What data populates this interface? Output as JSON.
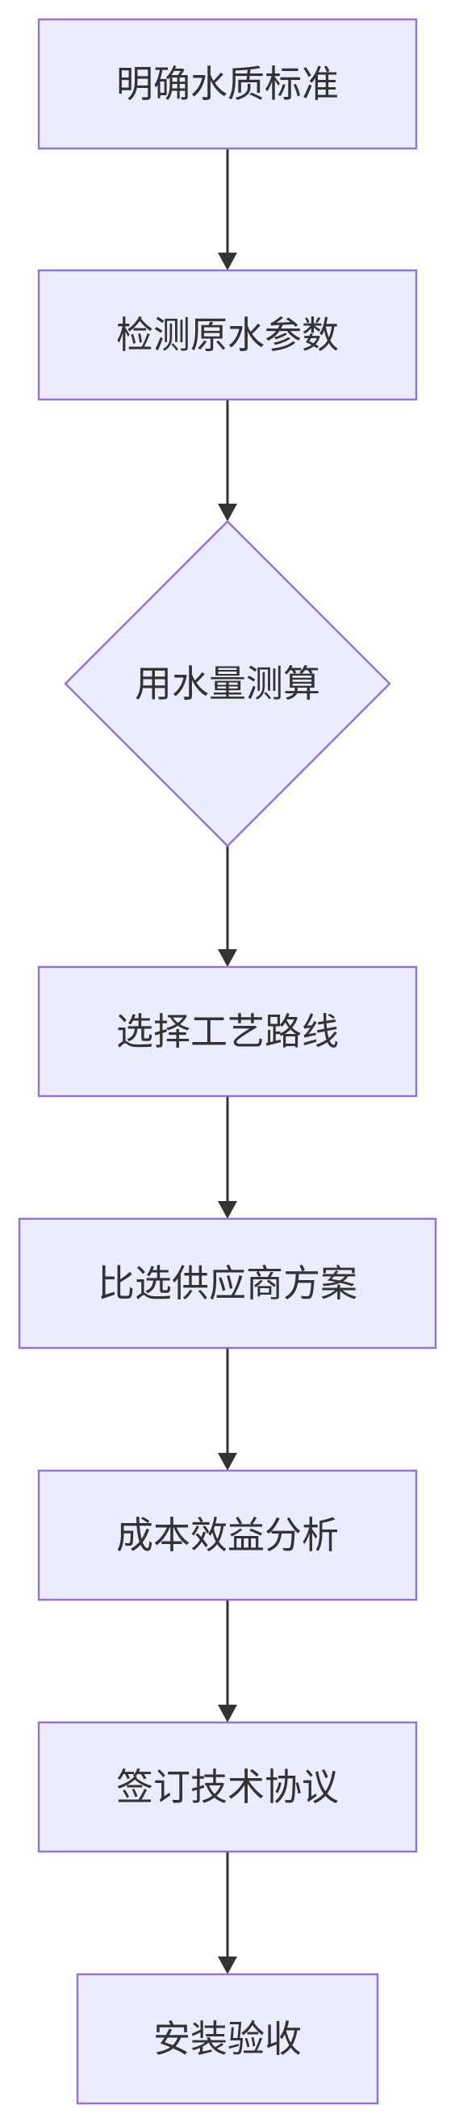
{
  "diagram": {
    "type": "flowchart",
    "colors": {
      "node_fill": "#ECECFF",
      "node_stroke": "#9370DB",
      "edge": "#333333",
      "text": "#333333",
      "background": "#FFFFFF"
    },
    "nodes": [
      {
        "id": "n1",
        "shape": "rect",
        "label": "明确水质标准"
      },
      {
        "id": "n2",
        "shape": "rect",
        "label": "检测原水参数"
      },
      {
        "id": "n3",
        "shape": "diamond",
        "label": "用水量测算"
      },
      {
        "id": "n4",
        "shape": "rect",
        "label": "选择工艺路线"
      },
      {
        "id": "n5",
        "shape": "rect",
        "label": "比选供应商方案"
      },
      {
        "id": "n6",
        "shape": "rect",
        "label": "成本效益分析"
      },
      {
        "id": "n7",
        "shape": "rect",
        "label": "签订技术协议"
      },
      {
        "id": "n8",
        "shape": "rect",
        "label": "安装验收"
      }
    ],
    "edges": [
      {
        "from": "n1",
        "to": "n2"
      },
      {
        "from": "n2",
        "to": "n3"
      },
      {
        "from": "n3",
        "to": "n4"
      },
      {
        "from": "n4",
        "to": "n5"
      },
      {
        "from": "n5",
        "to": "n6"
      },
      {
        "from": "n6",
        "to": "n7"
      },
      {
        "from": "n7",
        "to": "n8"
      }
    ]
  }
}
